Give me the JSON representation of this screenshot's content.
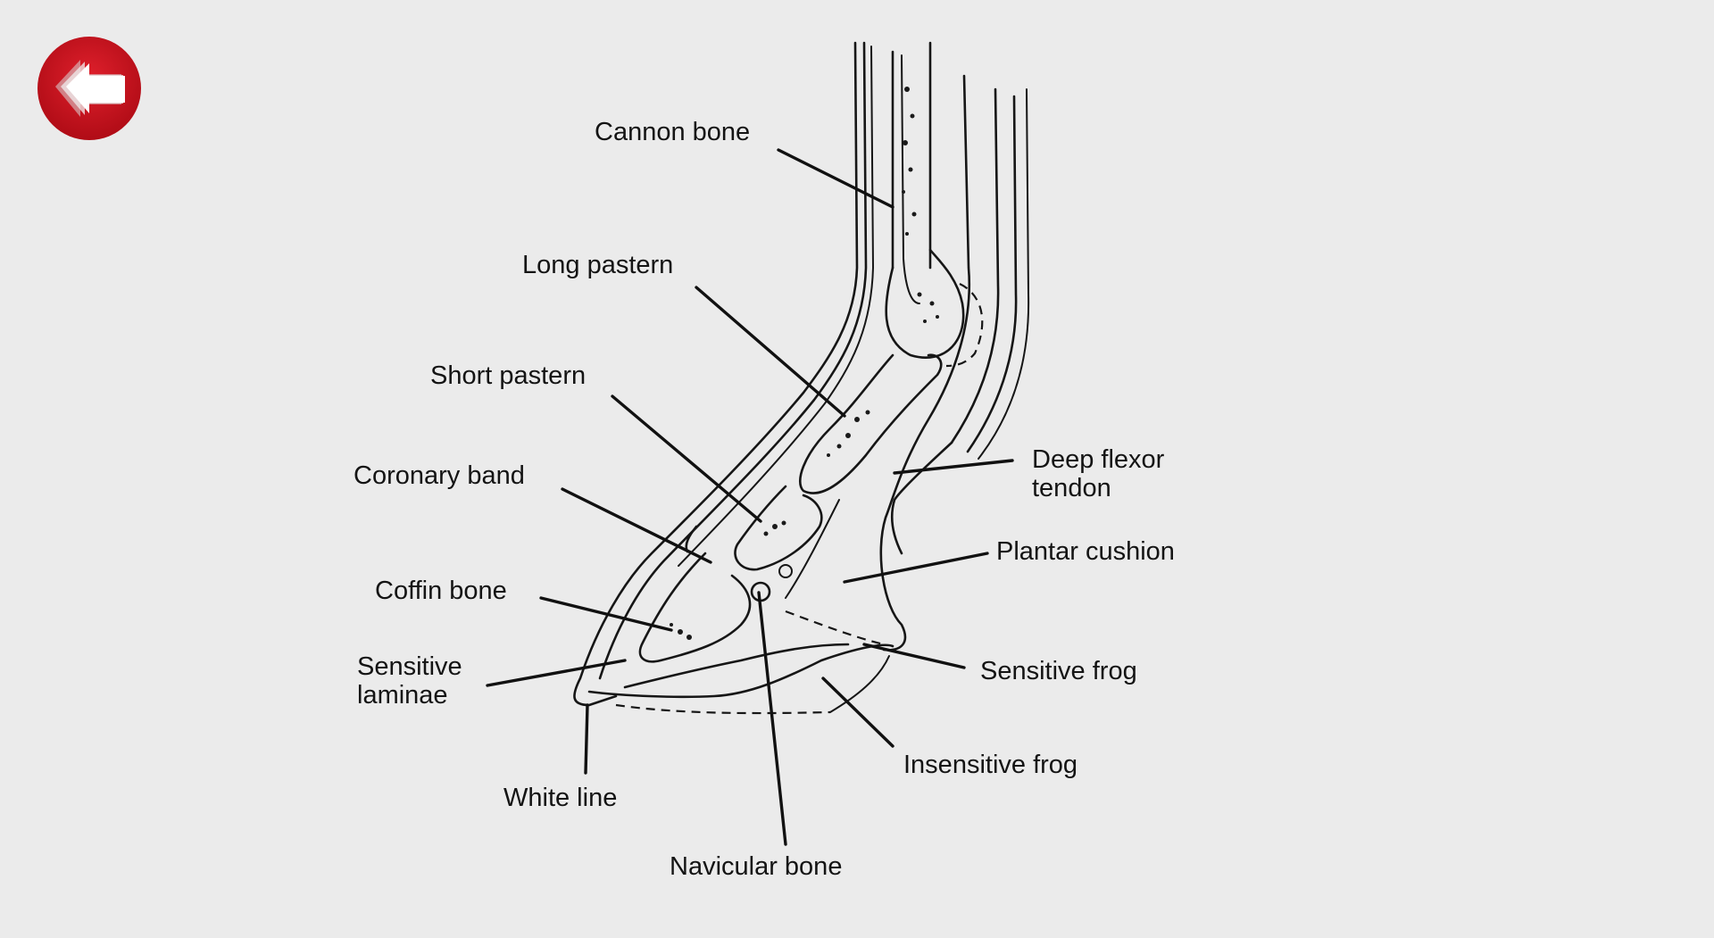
{
  "navigation": {
    "back_icon": "back-arrow-icon",
    "back_button_color": "#c8101c"
  },
  "diagram": {
    "labels": {
      "cannon_bone": "Cannon bone",
      "long_pastern": "Long pastern",
      "short_pastern": "Short pastern",
      "coronary_band": "Coronary band",
      "coffin_bone": "Coffin bone",
      "sensitive_laminae_line1": "Sensitive",
      "sensitive_laminae_line2": "laminae",
      "white_line": "White line",
      "navicular_bone": "Navicular bone",
      "deep_flexor_tendon_line1": "Deep flexor",
      "deep_flexor_tendon_line2": "tendon",
      "plantar_cushion": "Plantar cushion",
      "sensitive_frog": "Sensitive frog",
      "insensitive_frog": "Insensitive frog"
    }
  }
}
